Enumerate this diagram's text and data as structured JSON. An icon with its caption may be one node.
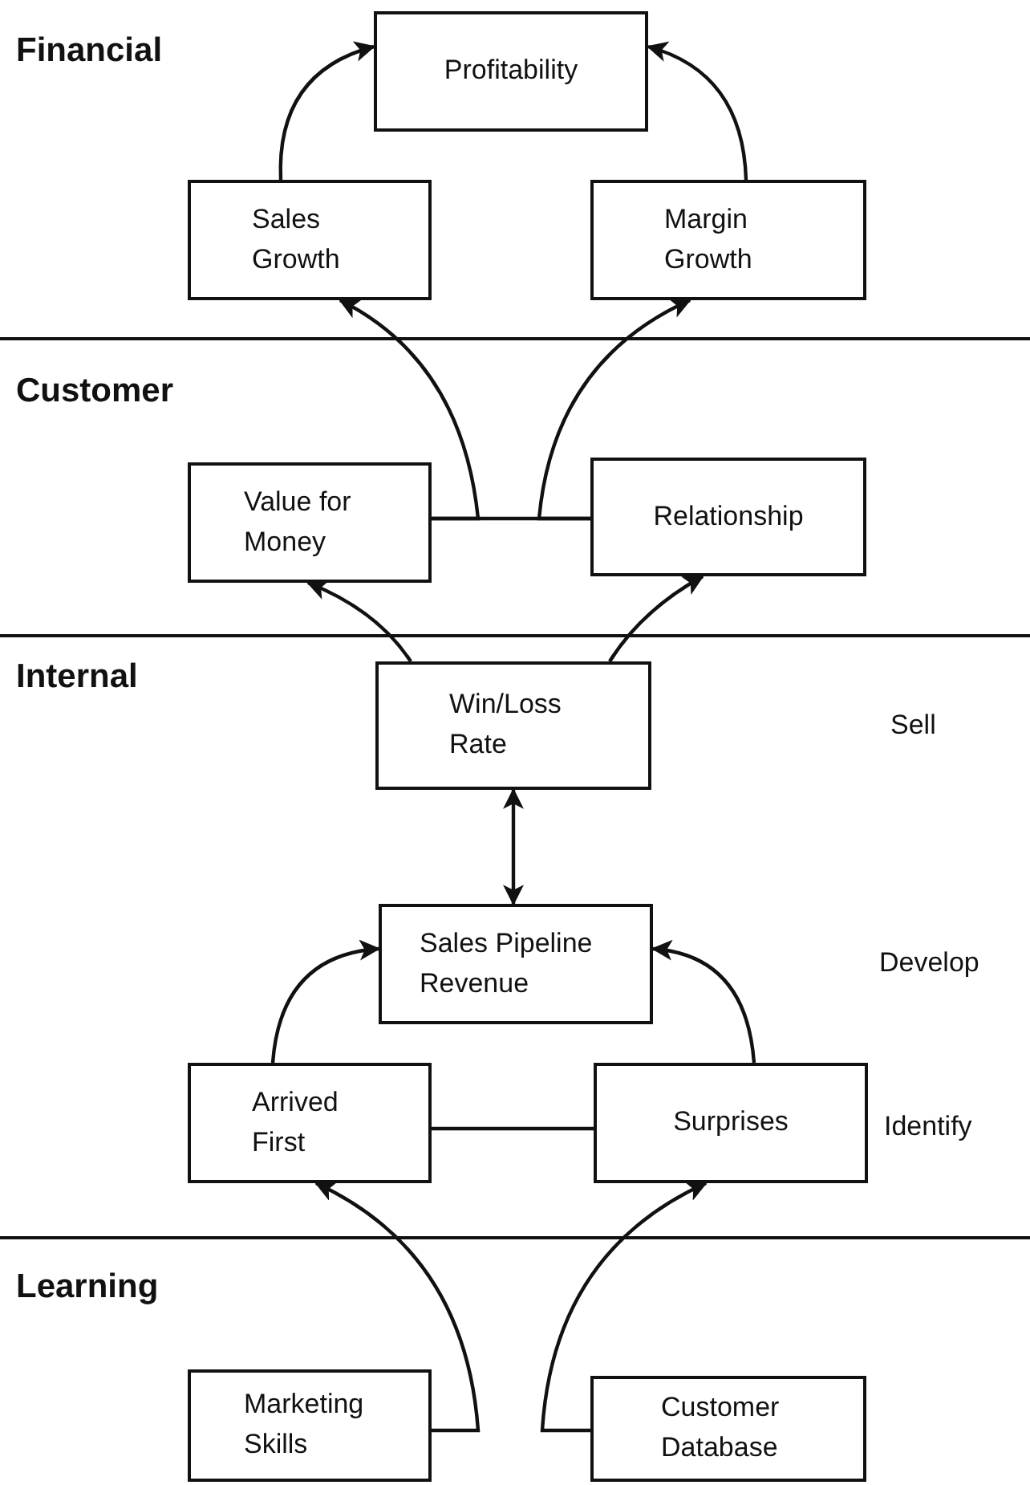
{
  "diagram": {
    "nodes": [
      {
        "text": [
          "Profitability"
        ]
      },
      {
        "text": [
          "Sales Growth"
        ]
      },
      {
        "text": [
          "Margin Growth"
        ]
      },
      {
        "text": [
          "Value for Money"
        ]
      },
      {
        "text": [
          "Relationship"
        ]
      },
      {
        "text": [
          "Win/Loss Rate"
        ]
      },
      {
        "text": [
          "Sales Pipeline Revenue"
        ]
      },
      {
        "text": [
          "Arrived First"
        ]
      },
      {
        "text": [
          "Surprises"
        ]
      },
      {
        "text": [
          "Marketing Skills"
        ]
      },
      {
        "text": [
          "Customer Database"
        ]
      }
    ],
    "edges": [
      {
        "from": 1,
        "to": 0,
        "arrow": "to"
      },
      {
        "from": 2,
        "to": 0,
        "arrow": "to"
      },
      {
        "from": 3,
        "to": 4,
        "arrow": "none"
      },
      {
        "from": 3,
        "to": 1,
        "arrow": "to"
      },
      {
        "from": 4,
        "to": 2,
        "arrow": "to"
      },
      {
        "from": 5,
        "to": 3,
        "arrow": "to"
      },
      {
        "from": 5,
        "to": 4,
        "arrow": "to"
      },
      {
        "from": 5,
        "to": 6,
        "arrow": "both"
      },
      {
        "from": 7,
        "to": 6,
        "arrow": "to"
      },
      {
        "from": 8,
        "to": 6,
        "arrow": "to"
      },
      {
        "from": 7,
        "to": 8,
        "arrow": "none"
      },
      {
        "from": 9,
        "to": 7,
        "arrow": "to"
      },
      {
        "from": 10,
        "to": 8,
        "arrow": "to"
      }
    ],
    "labels": [
      "Financial",
      "Customer",
      "Internal",
      "Sell",
      "Develop",
      "Identify",
      "Learning"
    ]
  }
}
